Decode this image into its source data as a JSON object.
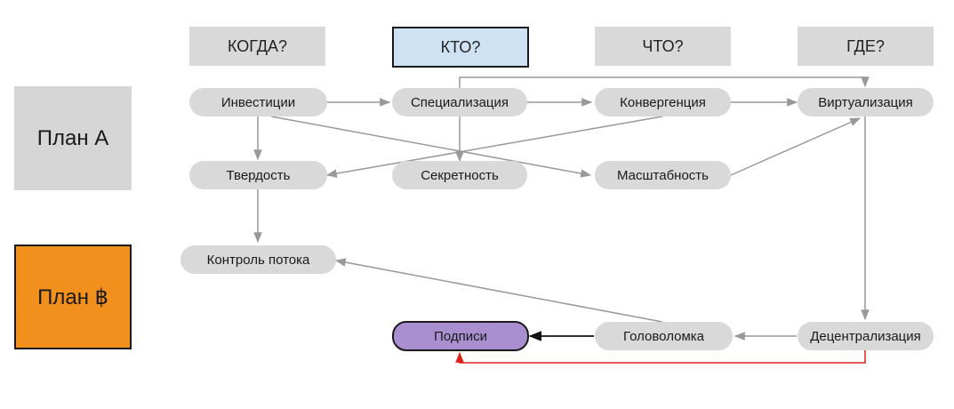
{
  "headers": {
    "when": "КОГДА?",
    "who": "КТО?",
    "what": "ЧТО?",
    "where": "ГДЕ?"
  },
  "plans": {
    "a": "План А",
    "b": "План ฿"
  },
  "nodes": {
    "investments": "Инвестиции",
    "specialization": "Специализация",
    "convergence": "Конвергенция",
    "virtualization": "Виртуализация",
    "hardness": "Твердость",
    "secrecy": "Секретность",
    "scalability": "Масштабность",
    "flow_control": "Контроль потока",
    "signatures": "Подписи",
    "puzzle": "Головоломка",
    "decentralization": "Децентрализация"
  },
  "colors": {
    "edge": "#999999",
    "edge_dark": "#111111",
    "edge_red": "#e0201b",
    "plan_b": "#f2901e",
    "header_highlight": "#cfe2f3",
    "final_node": "#a98fcf"
  }
}
